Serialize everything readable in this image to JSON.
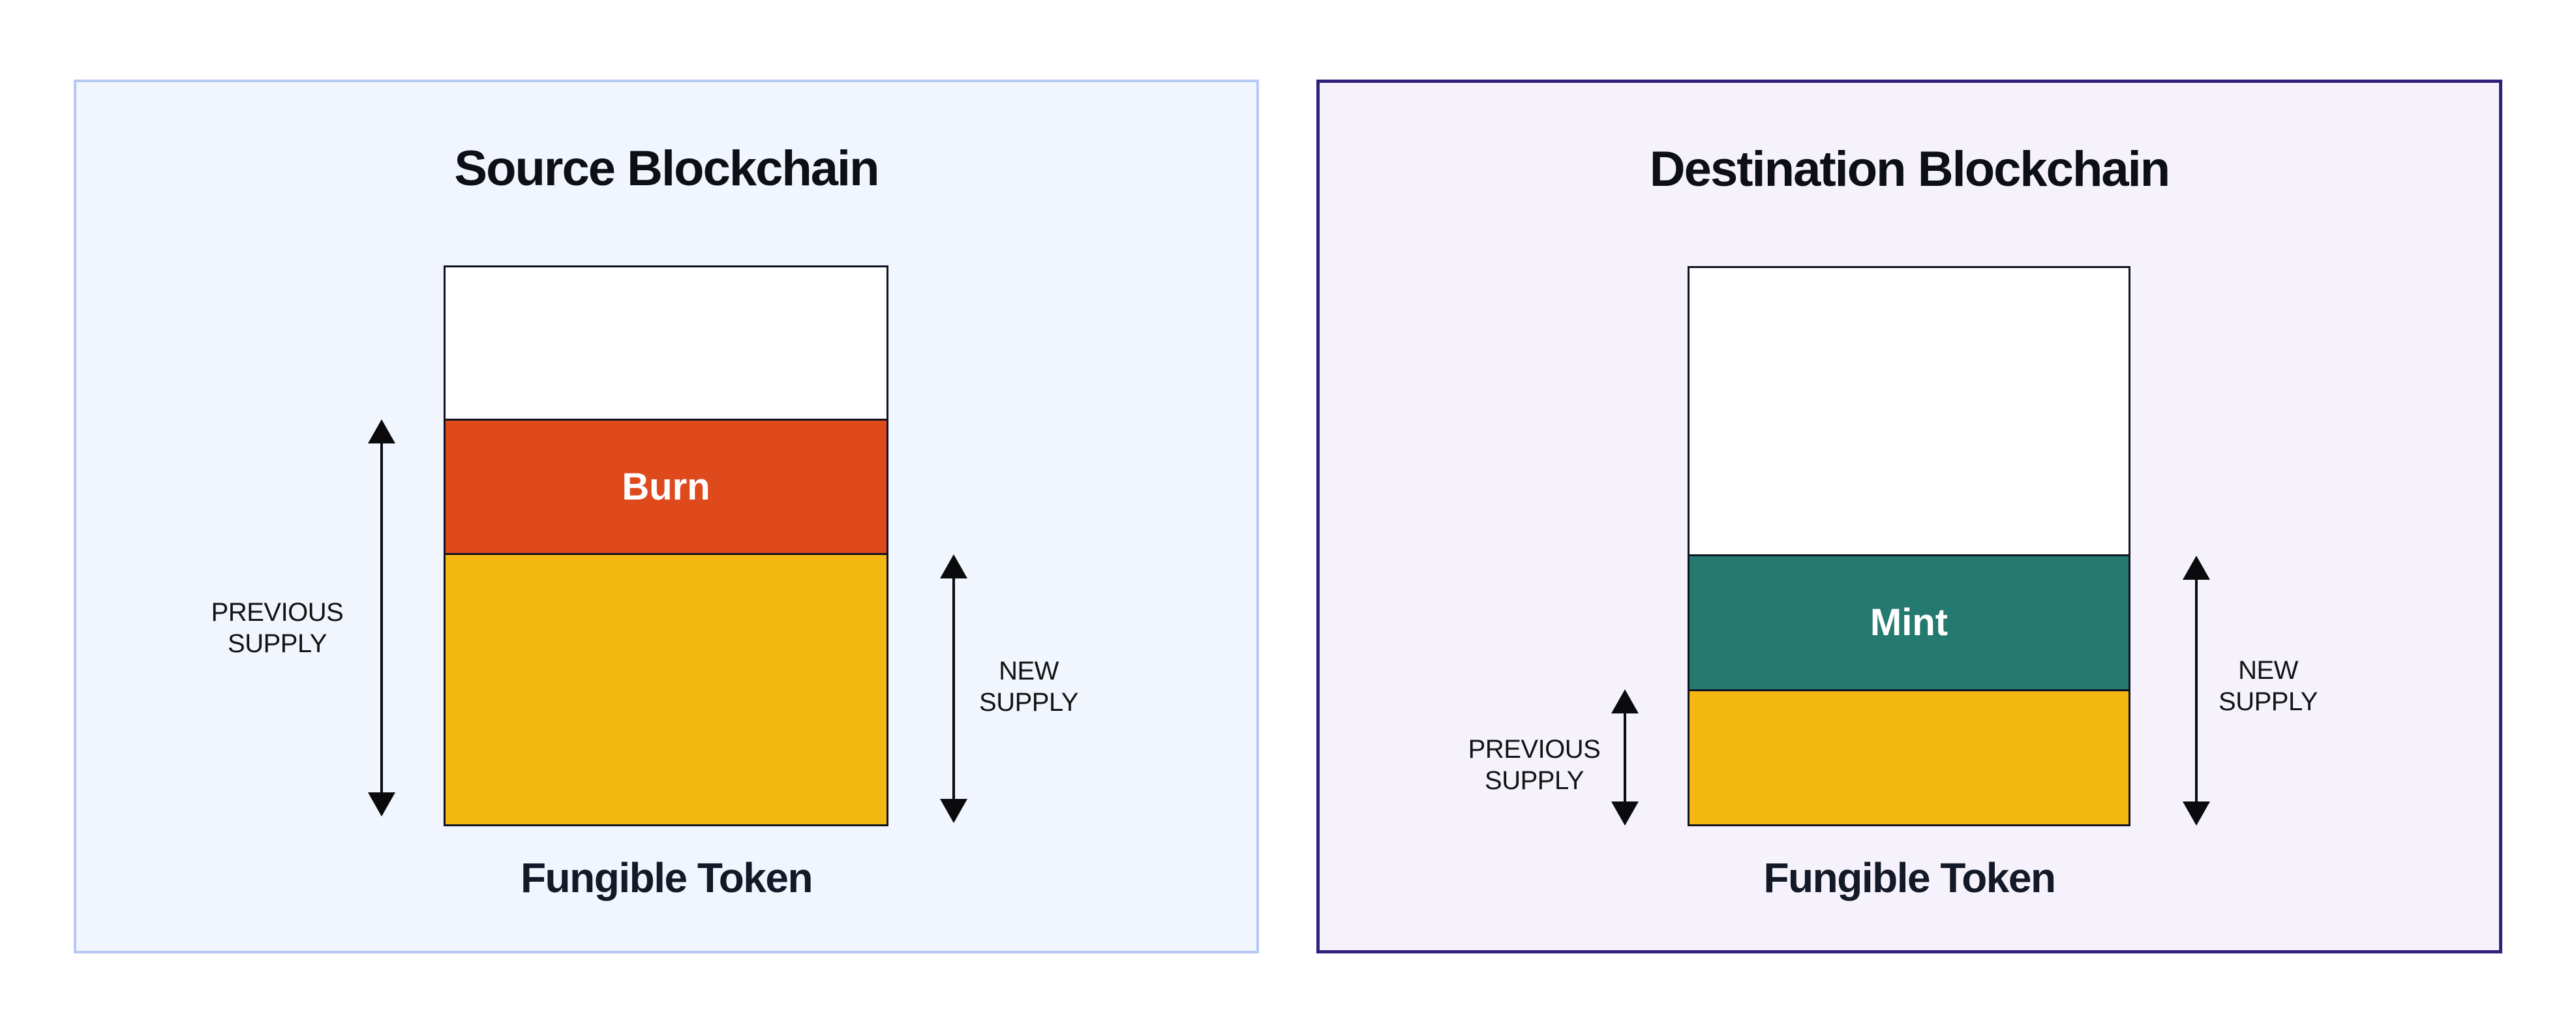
{
  "colors": {
    "page_bg": "#ffffff",
    "left_panel_bg": "#f1f5fd",
    "left_panel_border": "#b7c8f3",
    "right_panel_bg": "#f5f2fc",
    "right_panel_border": "#32217b",
    "bar_border": "#0f1322",
    "bar_top_fill": "#ffffff",
    "burn_fill": "#df4a1d",
    "mint_fill": "#257a70",
    "supply_fill": "#f5b813",
    "title_text": "#0d0f16",
    "label_text": "#141928",
    "supply_label_text": "#131313",
    "arrow_color": "#0b0b0e",
    "section_label_text": "#ffffff"
  },
  "left_panel": {
    "title": "Source Blockchain",
    "bar": {
      "action_label": "Burn",
      "sections": [
        "unallocated",
        "Burn",
        "remaining previous supply"
      ]
    },
    "previous_supply_label": {
      "line1": "PREVIOUS",
      "line2": "SUPPLY"
    },
    "new_supply_label": {
      "line1": "NEW",
      "line2": "SUPPLY"
    },
    "token_label": "Fungible Token"
  },
  "right_panel": {
    "title": "Destination Blockchain",
    "bar": {
      "action_label": "Mint",
      "sections": [
        "unallocated",
        "Mint",
        "previous supply"
      ]
    },
    "previous_supply_label": {
      "line1": "PREVIOUS",
      "line2": "SUPPLY"
    },
    "new_supply_label": {
      "line1": "NEW",
      "line2": "SUPPLY"
    },
    "token_label": "Fungible Token"
  }
}
